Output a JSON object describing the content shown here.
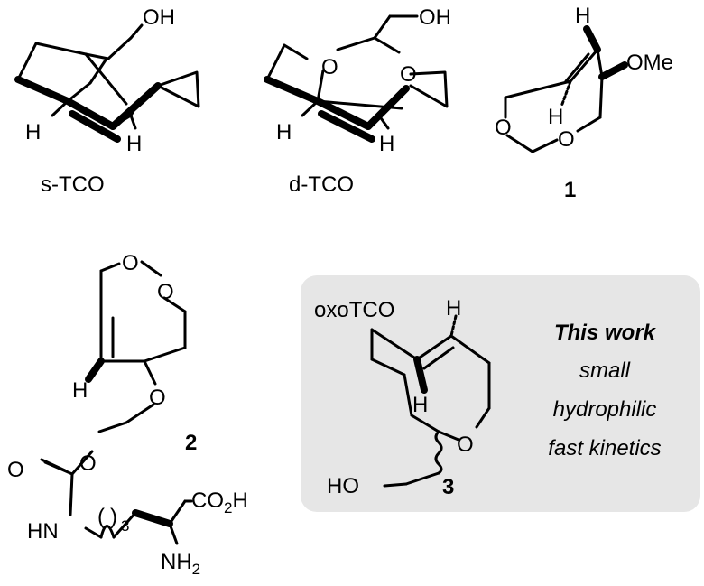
{
  "compounds": {
    "stco": {
      "label": "s-TCO",
      "oh": "OH",
      "h1": "H",
      "h2": "H"
    },
    "dtco": {
      "label": "d-TCO",
      "oh": "OH",
      "o1": "O",
      "o2": "O",
      "h1": "H",
      "h2": "H"
    },
    "c1": {
      "label": "1",
      "h_top": "H",
      "h_bottom": "H",
      "ome": "OMe",
      "o1": "O",
      "o2": "O"
    },
    "c2": {
      "label": "2",
      "o1": "O",
      "o2": "O",
      "o3": "O",
      "o4": "O",
      "o5": "O",
      "h": "H",
      "hn": "HN",
      "rep": "3",
      "acid_main": "CO",
      "acid_sub": "2",
      "acid_end": "H",
      "amine_main": "NH",
      "amine_sub": "2"
    },
    "c3": {
      "label": "3",
      "box_title": "oxoTCO",
      "h_top": "H",
      "h_bottom": "H",
      "o": "O",
      "ho": "HO"
    }
  },
  "highlight": {
    "title": "This work",
    "lines": [
      "small",
      "hydrophilic",
      "fast kinetics"
    ],
    "box_color": "#e6e6e6"
  }
}
